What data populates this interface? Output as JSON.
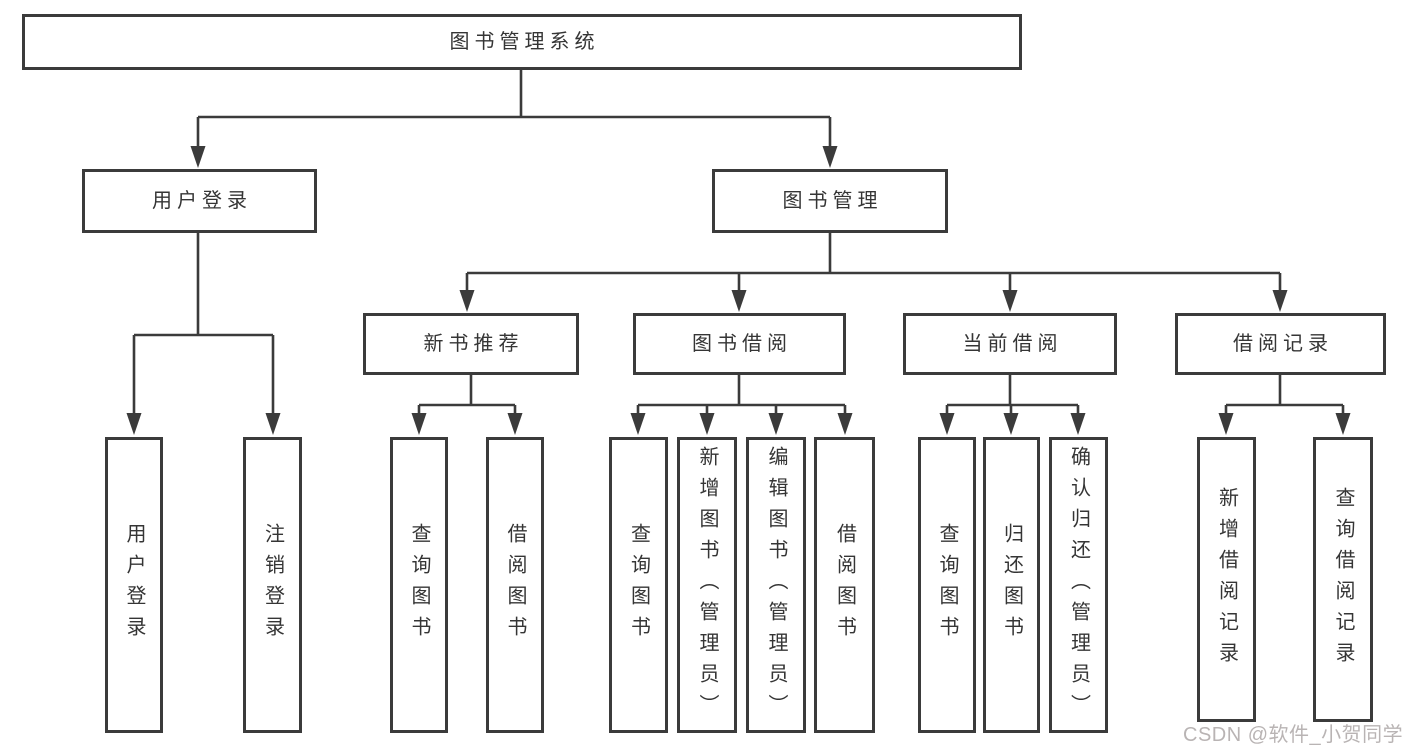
{
  "tree": {
    "root": "图书管理系统",
    "branches": [
      {
        "label": "用户登录",
        "children": [
          "用户登录",
          "注销登录"
        ]
      },
      {
        "label": "图书管理",
        "children": [
          {
            "label": "新书推荐",
            "children": [
              "查询图书",
              "借阅图书"
            ]
          },
          {
            "label": "图书借阅",
            "children": [
              "查询图书",
              "新增图书（管理员）",
              "编辑图书（管理员）",
              "借阅图书"
            ]
          },
          {
            "label": "当前借阅",
            "children": [
              "查询图书",
              "归还图书",
              "确认归还（管理员）"
            ]
          },
          {
            "label": "借阅记录",
            "children": [
              "新增借阅记录",
              "查询借阅记录"
            ]
          }
        ]
      }
    ]
  },
  "watermark": "CSDN @软件_小贺同学",
  "colors": {
    "line": "#3b3b3b",
    "text": "#353535",
    "watermark": "#b9b4b4",
    "background": "#ffffff"
  }
}
